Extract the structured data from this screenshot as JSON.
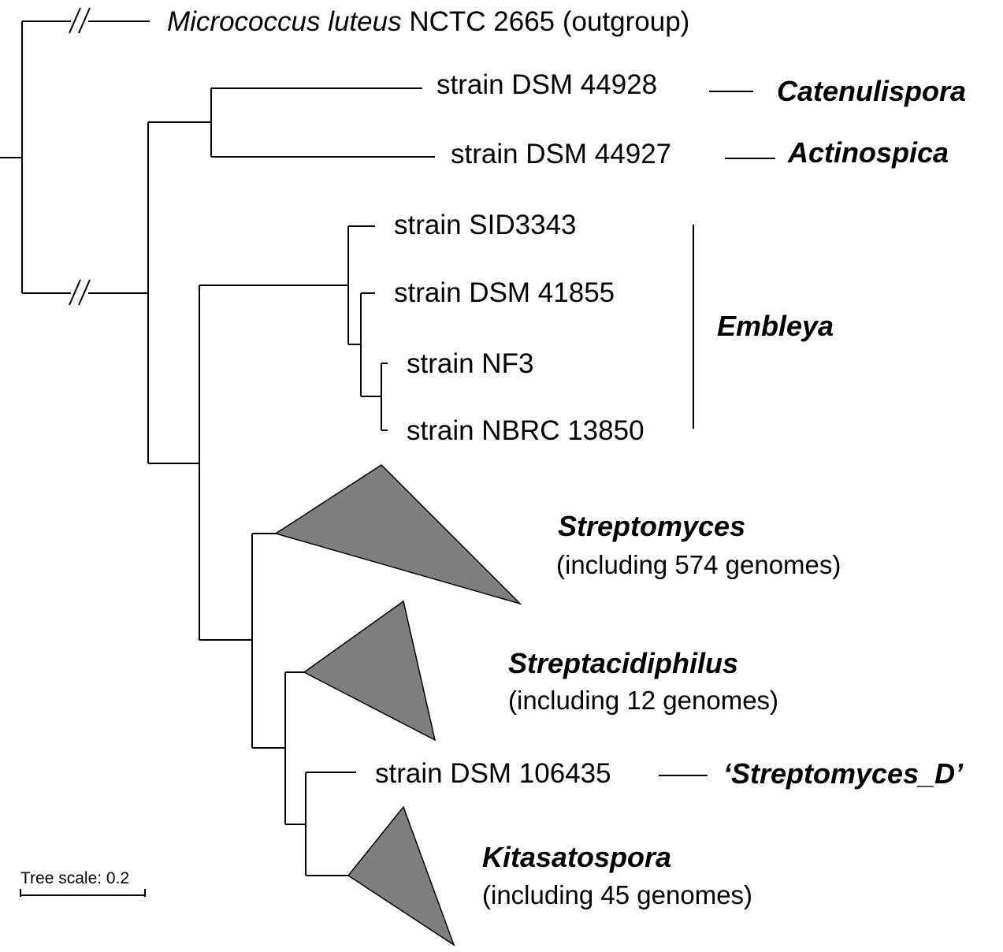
{
  "tree": {
    "outgroup": {
      "genus_species": "Micrococcus luteus",
      "rest": " NCTC 2665 (outgroup)"
    },
    "leaves": [
      {
        "id": "dsm44928",
        "label": "strain DSM 44928",
        "genus": "Catenulispora"
      },
      {
        "id": "dsm44927",
        "label": "strain DSM 44927",
        "genus": "Actinospica"
      },
      {
        "id": "sid3343",
        "label": "strain SID3343"
      },
      {
        "id": "dsm41855",
        "label": "strain DSM 41855"
      },
      {
        "id": "nf3",
        "label": "strain NF3"
      },
      {
        "id": "nbrc13850",
        "label": "strain NBRC 13850"
      },
      {
        "id": "dsm106435",
        "label": "strain DSM 106435",
        "genus": "‘Streptomyces_D’"
      }
    ],
    "embleya_clade": {
      "genus": "Embleya"
    },
    "collapsed_clades": [
      {
        "id": "streptomyces",
        "genus": "Streptomyces",
        "note": "(including 574 genomes)"
      },
      {
        "id": "streptacidiphilus",
        "genus": "Streptacidiphilus",
        "note": "(including 12 genomes)"
      },
      {
        "id": "kitasatospora",
        "genus": "Kitasatospora",
        "note": "(including 45 genomes)"
      }
    ],
    "scale_bar": {
      "label": "Tree scale: 0.2"
    },
    "colors": {
      "branch": "#000000",
      "collapsed_fill": "#7f7f7f"
    }
  }
}
